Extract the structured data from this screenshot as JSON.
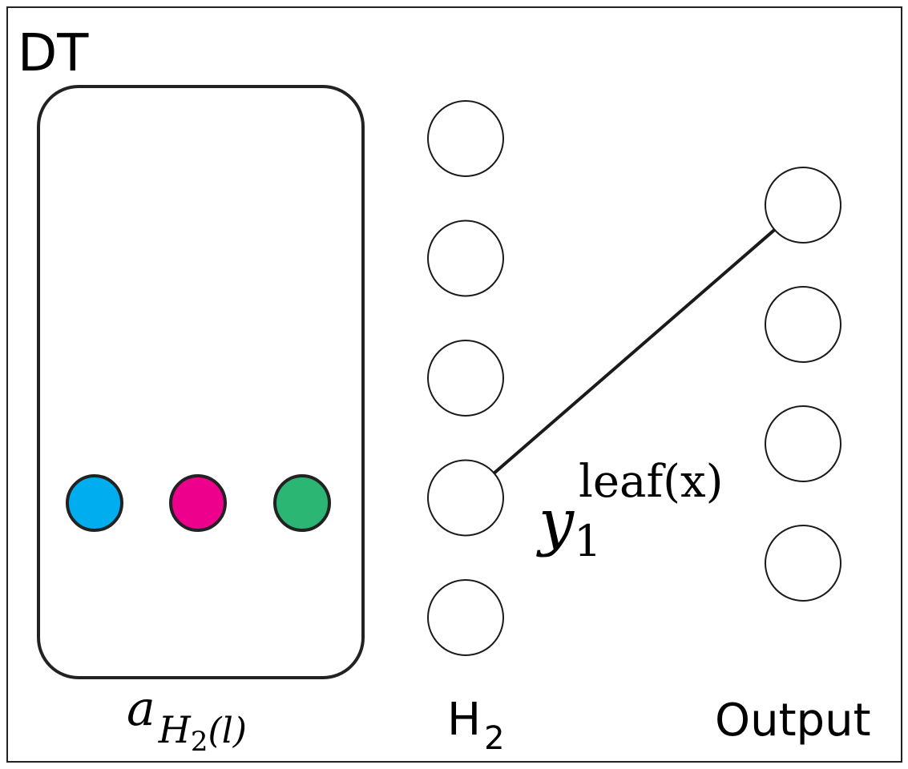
{
  "title": "DT",
  "container_label": {
    "base": "a",
    "subscript": "H",
    "subscript_sub": "2",
    "subscript_tail": "(l)"
  },
  "h2_label": {
    "base": "H",
    "subscript": "2"
  },
  "output_label": "Output",
  "edge_label": {
    "base": "y",
    "subscript": "1",
    "superscript": "leaf(x)"
  },
  "colors": {
    "dot_1": "#00aeef",
    "dot_2": "#ec008c",
    "dot_3": "#2bb673"
  },
  "h2_layer": {
    "node_count": 5,
    "connected_node": 4
  },
  "output_layer": {
    "node_count": 4,
    "connected_node": 1
  }
}
